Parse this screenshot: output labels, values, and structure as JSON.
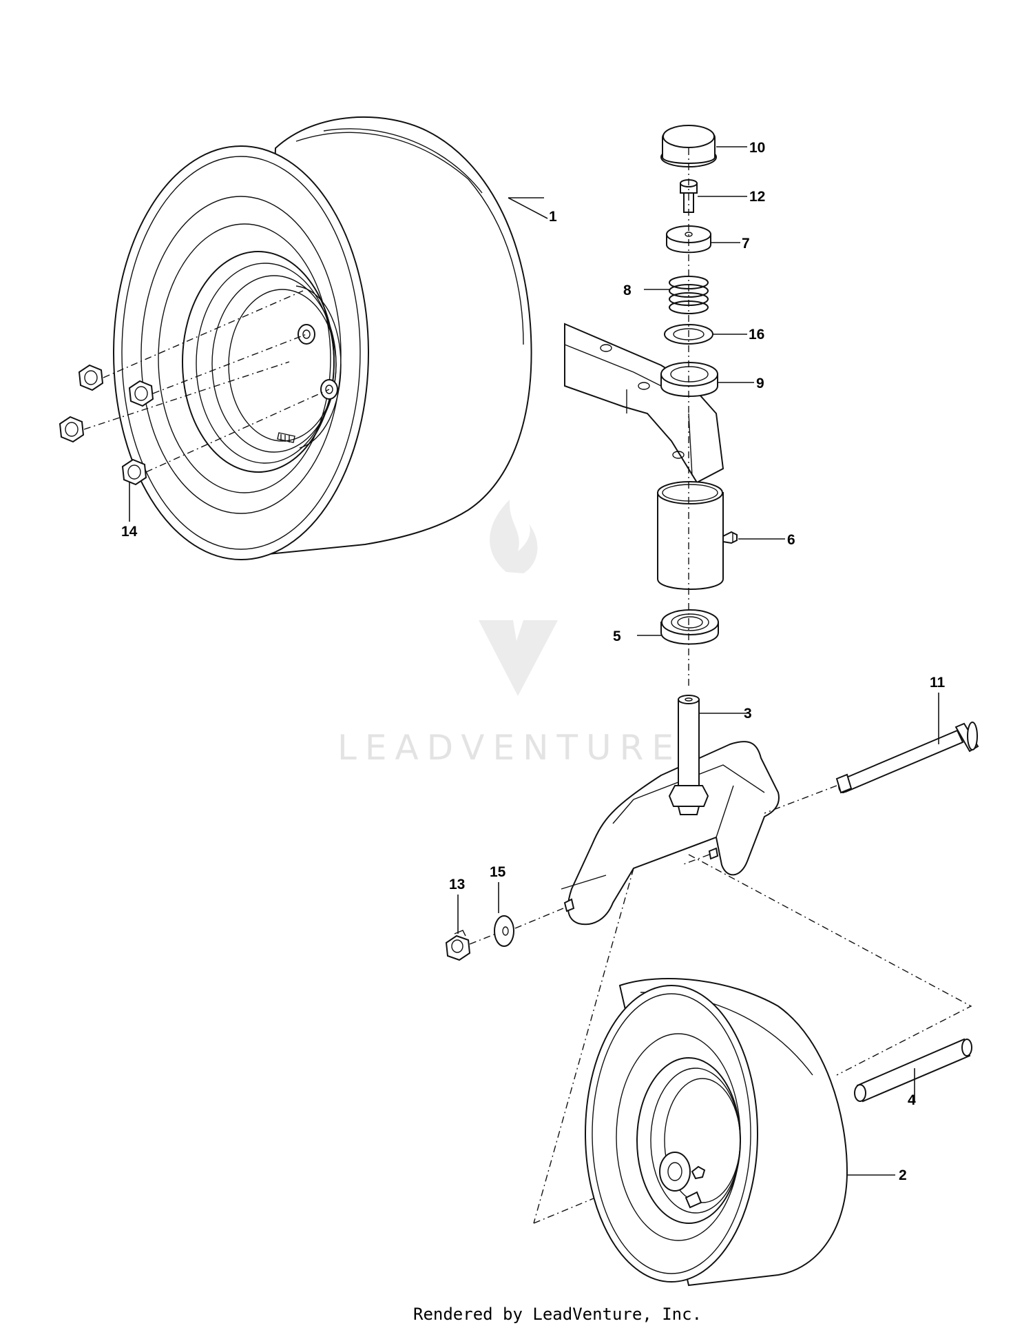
{
  "diagram": {
    "callouts": [
      "1",
      "2",
      "3",
      "4",
      "5",
      "6",
      "7",
      "8",
      "9",
      "10",
      "11",
      "12",
      "13",
      "14",
      "15",
      "16"
    ],
    "watermark": "LEADVENTURE",
    "footer": "Rendered by LeadVenture, Inc.",
    "colors": {
      "line": "#111111",
      "watermark": "#e3e3e3",
      "background": "#ffffff"
    }
  }
}
